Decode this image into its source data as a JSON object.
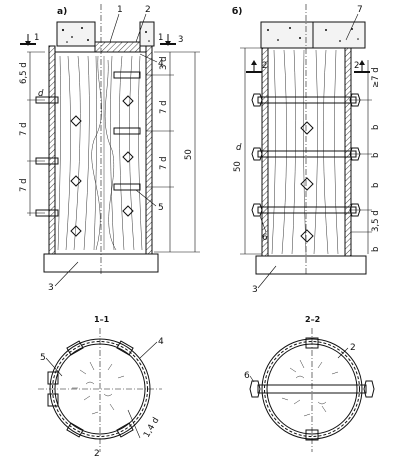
{
  "labels": {
    "fig_a": "а)",
    "fig_b": "б)",
    "section_1": "1–1",
    "section_2": "2–2"
  },
  "callouts": {
    "n1": "1",
    "n2": "2",
    "n3": "3",
    "n4": "4",
    "n5": "5",
    "n6": "6",
    "n7": "7"
  },
  "section_marks": {
    "one": "1",
    "two": "2"
  },
  "dimensions": {
    "d": "d",
    "d3": "3 d",
    "d65": "6,5 d",
    "d7": "7 d",
    "d35": "3,5 d",
    "ge7d": "≥7 d",
    "b": "b",
    "fifty": "50",
    "three": "3",
    "d14": "1,4 d"
  }
}
